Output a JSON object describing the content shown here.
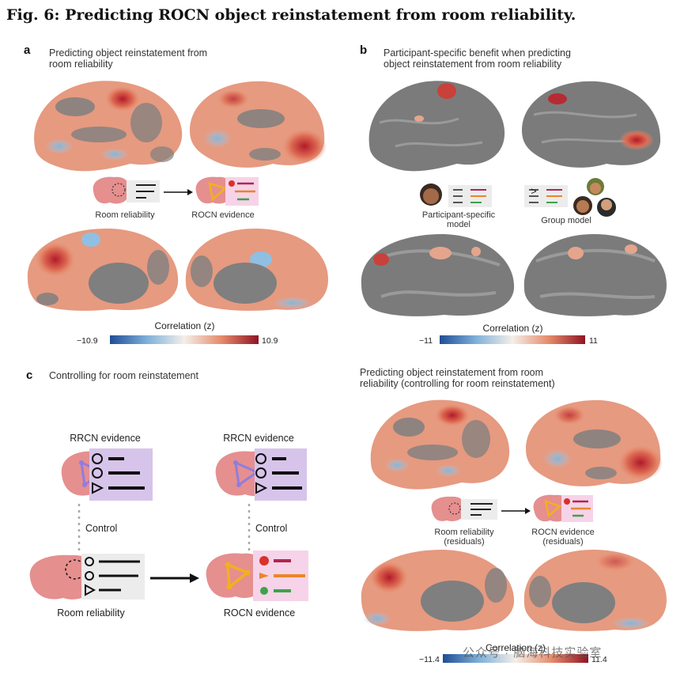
{
  "figure_title": "Fig. 6: Predicting ROCN object reinstatement from room reliability.",
  "panel_a": {
    "letter": "a",
    "title_lines": [
      "Predicting object reinstatement from",
      "room reliability"
    ],
    "room_reliability_label": "Room reliability",
    "rocn_evidence_label": "ROCN evidence",
    "colorbar": {
      "label": "Correlation (z)",
      "min": "−10.9",
      "max": "10.9"
    }
  },
  "panel_b": {
    "letter": "b",
    "title_lines": [
      "Participant-specific benefit when predicting",
      "object reinstatement from room reliability"
    ],
    "participant_model_lines": [
      "Participant-specific",
      "model"
    ],
    "greater_than": ">",
    "group_model_label": "Group model",
    "colorbar": {
      "label": "Correlation (z)",
      "min": "−11",
      "max": "11"
    }
  },
  "panel_c": {
    "letter": "c",
    "title": "Controlling for room reinstatement",
    "rrcn_left": "RRCN evidence",
    "rrcn_right": "RRCN evidence",
    "control_left": "Control",
    "control_right": "Control",
    "room_reliability_label": "Room reliability",
    "rocn_evidence_label": "ROCN evidence"
  },
  "panel_d": {
    "title_lines": [
      "Predicting object reinstatement from room",
      "reliability (controlling for room reinstatement)"
    ],
    "room_reliability_lines": [
      "Room reliability",
      "(residuals)"
    ],
    "rocn_evidence_lines": [
      "ROCN evidence",
      "(residuals)"
    ],
    "colorbar": {
      "label": "Correlation (z)",
      "min": "−11.4",
      "max": "11.4"
    }
  },
  "watermark": "公众号 · 脑海科技实验室",
  "colors": {
    "blue": "#2b62a8",
    "red": "#a51d2d",
    "gray_cortex": "#7b7b7b",
    "pink_brain": "#e58f8f",
    "purple_box": "#d7c4ea",
    "pink_box": "#f6d3e8"
  }
}
